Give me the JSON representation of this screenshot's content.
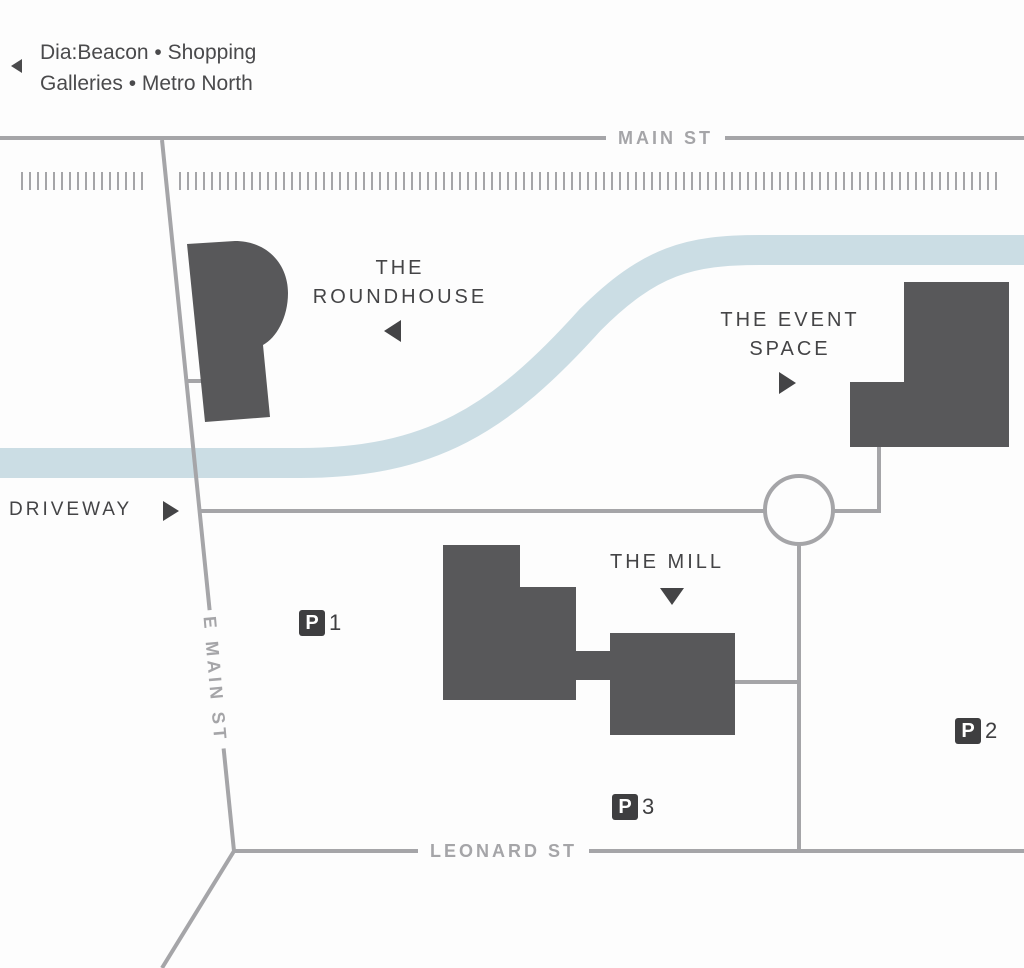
{
  "nav_note": {
    "line1": "Dia:Beacon • Shopping",
    "line2": "Galleries • Metro North",
    "arrow_icon": "triangle-left-icon"
  },
  "streets": {
    "main_st": "MAIN ST",
    "e_main_st": "E MAIN ST",
    "leonard_st": "LEONARD ST",
    "driveway": "DRIVEWAY"
  },
  "buildings": {
    "roundhouse": {
      "line1": "THE",
      "line2": "ROUNDHOUSE"
    },
    "event_space": {
      "line1": "THE EVENT",
      "line2": "SPACE"
    },
    "mill": "THE MILL"
  },
  "parking": [
    {
      "icon": "P",
      "number": "1"
    },
    {
      "icon": "P",
      "number": "2"
    },
    {
      "icon": "P",
      "number": "3"
    }
  ],
  "colors": {
    "background": "#fdfdfd",
    "road": "#a5a5a8",
    "building": "#58585a",
    "river": "#cbdde4",
    "text": "#444446"
  }
}
